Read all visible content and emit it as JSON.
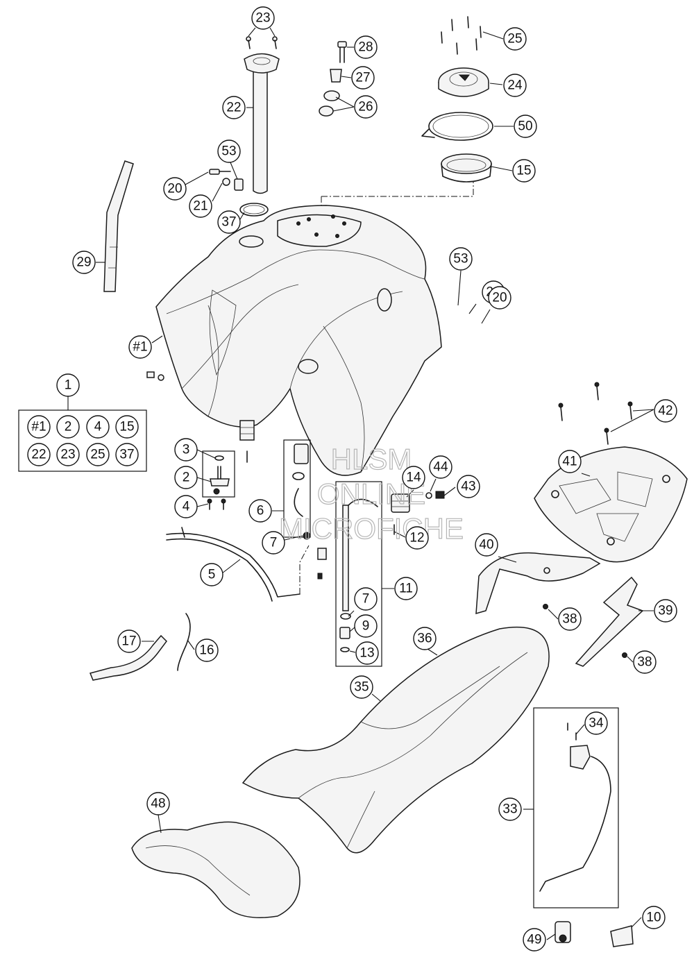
{
  "watermark": {
    "line1": "HLSM",
    "line2": "ONLINE",
    "line3": "MICROFICHE"
  },
  "kit_box": {
    "label": "1",
    "items": [
      "#1",
      "2",
      "4",
      "15",
      "22",
      "23",
      "25",
      "37"
    ]
  },
  "callouts": [
    {
      "id": "c23",
      "label": "23"
    },
    {
      "id": "c28",
      "label": "28"
    },
    {
      "id": "c25",
      "label": "25"
    },
    {
      "id": "c27",
      "label": "27"
    },
    {
      "id": "c24",
      "label": "24"
    },
    {
      "id": "c22",
      "label": "22"
    },
    {
      "id": "c26",
      "label": "26"
    },
    {
      "id": "c50",
      "label": "50"
    },
    {
      "id": "c53a",
      "label": "53"
    },
    {
      "id": "c15",
      "label": "15"
    },
    {
      "id": "c20a",
      "label": "20"
    },
    {
      "id": "c21a",
      "label": "21"
    },
    {
      "id": "c37",
      "label": "37"
    },
    {
      "id": "c29",
      "label": "29"
    },
    {
      "id": "c53b",
      "label": "53"
    },
    {
      "id": "c21b",
      "label": "21"
    },
    {
      "id": "c20b",
      "label": "20"
    },
    {
      "id": "cH1",
      "label": "#1"
    },
    {
      "id": "c42",
      "label": "42"
    },
    {
      "id": "c3",
      "label": "3"
    },
    {
      "id": "c41",
      "label": "41"
    },
    {
      "id": "c2",
      "label": "2"
    },
    {
      "id": "c44",
      "label": "44"
    },
    {
      "id": "c14",
      "label": "14"
    },
    {
      "id": "c43",
      "label": "43"
    },
    {
      "id": "c4",
      "label": "4"
    },
    {
      "id": "c6",
      "label": "6"
    },
    {
      "id": "c7a",
      "label": "7"
    },
    {
      "id": "c12",
      "label": "12"
    },
    {
      "id": "c40",
      "label": "40"
    },
    {
      "id": "c5",
      "label": "5"
    },
    {
      "id": "c11",
      "label": "11"
    },
    {
      "id": "c7b",
      "label": "7"
    },
    {
      "id": "c38a",
      "label": "38"
    },
    {
      "id": "c39",
      "label": "39"
    },
    {
      "id": "c9",
      "label": "9"
    },
    {
      "id": "c17",
      "label": "17"
    },
    {
      "id": "c16",
      "label": "16"
    },
    {
      "id": "c36",
      "label": "36"
    },
    {
      "id": "c13",
      "label": "13"
    },
    {
      "id": "c38b",
      "label": "38"
    },
    {
      "id": "c35",
      "label": "35"
    },
    {
      "id": "c34",
      "label": "34"
    },
    {
      "id": "c48",
      "label": "48"
    },
    {
      "id": "c33",
      "label": "33"
    },
    {
      "id": "c10",
      "label": "10"
    },
    {
      "id": "c49",
      "label": "49"
    }
  ]
}
